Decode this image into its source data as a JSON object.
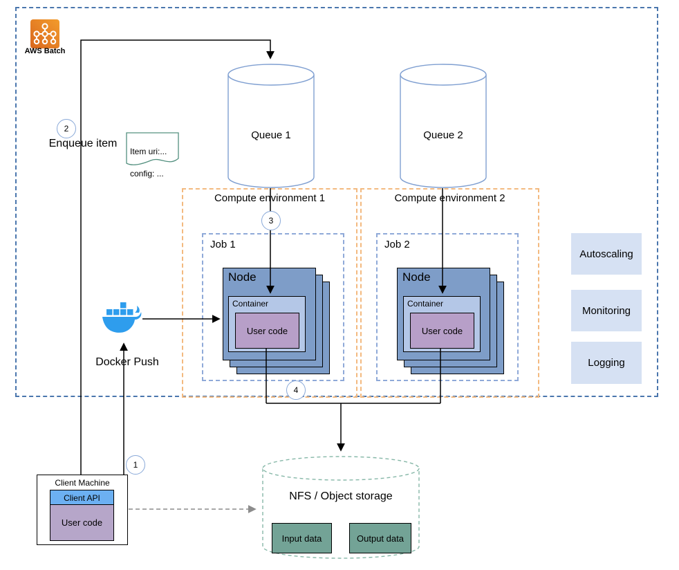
{
  "aws_batch": {
    "label": "AWS Batch"
  },
  "steps": {
    "s1": "1",
    "s2": "2",
    "s3": "3",
    "s4": "4"
  },
  "enqueue": {
    "label": "Enqueue item",
    "note_line1": "Item uri:...",
    "note_line2": "config: ..."
  },
  "queues": [
    {
      "label": "Queue 1"
    },
    {
      "label": "Queue 2"
    }
  ],
  "environments": [
    {
      "label": "Compute environment 1",
      "job": "Job 1",
      "node": "Node",
      "container": "Container",
      "user_code": "User code"
    },
    {
      "label": "Compute environment 2",
      "job": "Job 2",
      "node": "Node",
      "container": "Container",
      "user_code": "User code"
    }
  ],
  "services": [
    {
      "label": "Autoscaling"
    },
    {
      "label": "Monitoring"
    },
    {
      "label": "Logging"
    }
  ],
  "docker": {
    "label": "Docker Push"
  },
  "client_machine": {
    "title": "Client Machine",
    "api": "Client API",
    "user_code": "User code"
  },
  "storage": {
    "title": "NFS / Object storage",
    "input": "Input data",
    "output": "Output data"
  },
  "colors": {
    "boundary_border": "#4a76ad",
    "environment_border": "#f3b97f",
    "job_border": "#8fa9d8",
    "node_fill": "#7e9dc8",
    "container_fill": "#b4c7e7",
    "user_code_fill": "#b79fc8",
    "service_fill": "#d6e1f3",
    "queue_stroke": "#7f9fd1",
    "storage_stroke": "#85b7a7",
    "data_fill": "#73a396",
    "client_api_fill": "#6cb0f2",
    "client_user_code_fill": "#b6a6c9",
    "docker_blue": "#2e9ded",
    "aws_orange": "#e8821d",
    "note_stroke": "#53907f"
  }
}
